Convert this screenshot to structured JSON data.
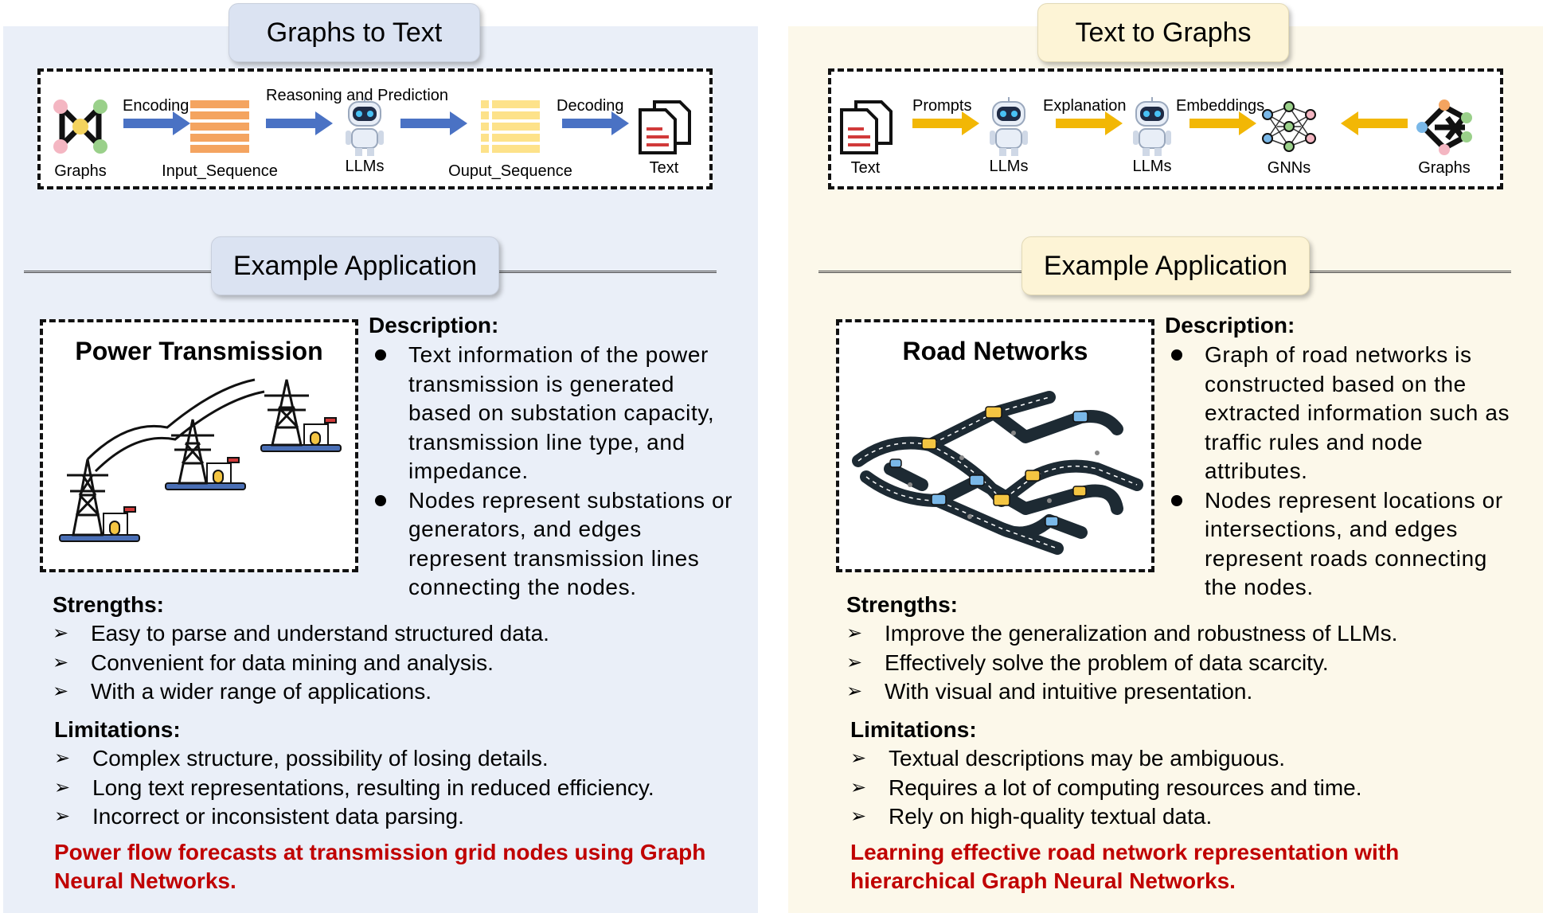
{
  "left": {
    "header": "Graphs to Text",
    "flow_nodes": [
      "Graphs",
      "Input_Sequence",
      "LLMs",
      "Ouput_Sequence",
      "Text"
    ],
    "flow_arrow_labels": [
      "Encoding",
      "Reasoning and Prediction",
      "Decoding"
    ],
    "example_header": "Example Application",
    "image_title": "Power Transmission",
    "description_title": "Description:",
    "description": [
      "Text information of the power transmission is generated based on substation capacity, transmission line type, and impedance.",
      "Nodes represent substations or generators, and edges represent transmission  lines connecting the nodes."
    ],
    "strengths_title": "Strengths:",
    "strengths": [
      "Easy to parse and understand structured data.",
      "Convenient for data mining and analysis.",
      "With a wider range of applications."
    ],
    "limitations_title": "Limitations:",
    "limitations": [
      "Complex structure, possibility of losing details.",
      "Long text representations, resulting in reduced efficiency.",
      "Incorrect or inconsistent data parsing."
    ],
    "reference": "Power flow forecasts at transmission grid nodes using Graph Neural Networks."
  },
  "right": {
    "header": "Text to Graphs",
    "flow_nodes": [
      "Text",
      "LLMs",
      "LLMs",
      "GNNs",
      "Graphs"
    ],
    "flow_arrow_labels": [
      "Prompts",
      "Explanation",
      "Embeddings"
    ],
    "example_header": "Example Application",
    "image_title": "Road Networks",
    "description_title": "Description:",
    "description": [
      "Graph of road networks is constructed based on the extracted information such as traffic rules and node attributes.",
      "Nodes represent locations or intersections, and edges represent roads connecting the nodes."
    ],
    "strengths_title": "Strengths:",
    "strengths": [
      "Improve the generalization and robustness of LLMs.",
      "Effectively solve the problem of data scarcity.",
      "With visual and intuitive presentation."
    ],
    "limitations_title": "Limitations:",
    "limitations": [
      "Textual descriptions may be ambiguous.",
      "Requires a lot of computing resources and time.",
      "Rely on high-quality textual data."
    ],
    "reference": "Learning effective road network representation with hierarchical Graph Neural Networks."
  },
  "colors": {
    "left_background": "#eaeff8",
    "right_background": "#fcf8ea",
    "blue_arrow": "#4a72c4",
    "yellow_arrow": "#f2b705",
    "reference_red": "#c00000"
  },
  "icons": {
    "graph": "graph-icon",
    "sequence_input": "sequence-list-icon",
    "sequence_output": "sequence-list-icon",
    "llm": "robot-icon",
    "text": "document-icon",
    "gnn": "neural-network-icon"
  }
}
